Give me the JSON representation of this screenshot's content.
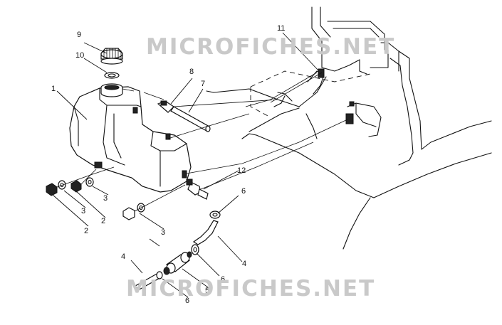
{
  "watermark": "MICROFICHES.NET",
  "callouts": {
    "c1": "1",
    "c2a": "2",
    "c2b": "2",
    "c3a": "3",
    "c3b": "3",
    "c3c": "3",
    "c4a": "4",
    "c4b": "4",
    "c5": "5",
    "c6a": "6",
    "c6b": "6",
    "c6c": "6",
    "c7": "7",
    "c8": "8",
    "c9": "9",
    "c10": "10",
    "c11": "11",
    "c12": "12"
  }
}
